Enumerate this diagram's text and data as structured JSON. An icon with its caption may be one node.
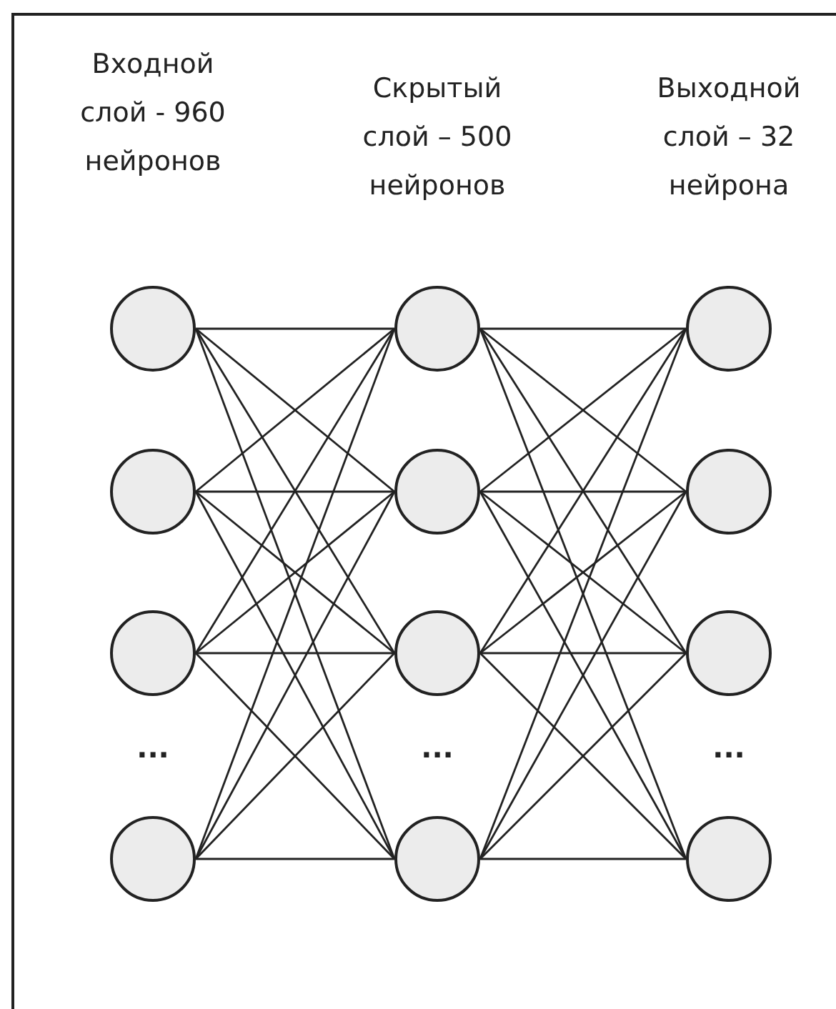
{
  "diagram": {
    "nodes": [
      {
        "text": [],
        "shape": "circle"
      },
      {
        "text": [],
        "shape": "circle"
      },
      {
        "text": [],
        "shape": "circle"
      },
      {
        "text": [],
        "shape": "circle"
      },
      {
        "text": [],
        "shape": "circle"
      },
      {
        "text": [],
        "shape": "circle"
      },
      {
        "text": [],
        "shape": "circle"
      },
      {
        "text": [],
        "shape": "circle"
      },
      {
        "text": [],
        "shape": "circle"
      },
      {
        "text": [],
        "shape": "circle"
      },
      {
        "text": [],
        "shape": "circle"
      },
      {
        "text": [],
        "shape": "circle"
      }
    ],
    "edges": [
      {
        "from": 0,
        "to": 4,
        "arrow": "none"
      },
      {
        "from": 0,
        "to": 5,
        "arrow": "none"
      },
      {
        "from": 0,
        "to": 6,
        "arrow": "none"
      },
      {
        "from": 0,
        "to": 7,
        "arrow": "none"
      },
      {
        "from": 1,
        "to": 4,
        "arrow": "none"
      },
      {
        "from": 1,
        "to": 5,
        "arrow": "none"
      },
      {
        "from": 1,
        "to": 6,
        "arrow": "none"
      },
      {
        "from": 1,
        "to": 7,
        "arrow": "none"
      },
      {
        "from": 2,
        "to": 4,
        "arrow": "none"
      },
      {
        "from": 2,
        "to": 5,
        "arrow": "none"
      },
      {
        "from": 2,
        "to": 6,
        "arrow": "none"
      },
      {
        "from": 2,
        "to": 7,
        "arrow": "none"
      },
      {
        "from": 3,
        "to": 4,
        "arrow": "none"
      },
      {
        "from": 3,
        "to": 5,
        "arrow": "none"
      },
      {
        "from": 3,
        "to": 6,
        "arrow": "none"
      },
      {
        "from": 3,
        "to": 7,
        "arrow": "none"
      },
      {
        "from": 4,
        "to": 8,
        "arrow": "none"
      },
      {
        "from": 4,
        "to": 9,
        "arrow": "none"
      },
      {
        "from": 4,
        "to": 10,
        "arrow": "none"
      },
      {
        "from": 4,
        "to": 11,
        "arrow": "none"
      },
      {
        "from": 5,
        "to": 8,
        "arrow": "none"
      },
      {
        "from": 5,
        "to": 9,
        "arrow": "none"
      },
      {
        "from": 5,
        "to": 10,
        "arrow": "none"
      },
      {
        "from": 5,
        "to": 11,
        "arrow": "none"
      },
      {
        "from": 6,
        "to": 8,
        "arrow": "none"
      },
      {
        "from": 6,
        "to": 9,
        "arrow": "none"
      },
      {
        "from": 6,
        "to": 10,
        "arrow": "none"
      },
      {
        "from": 6,
        "to": 11,
        "arrow": "none"
      },
      {
        "from": 7,
        "to": 8,
        "arrow": "none"
      },
      {
        "from": 7,
        "to": 9,
        "arrow": "none"
      },
      {
        "from": 7,
        "to": 10,
        "arrow": "none"
      },
      {
        "from": 7,
        "to": 11,
        "arrow": "none"
      }
    ],
    "labels": [
      "Входной слой - 960 нейронов",
      "Скрытый слой – 500 нейронов",
      "Выходной слой – 32 нейрона",
      "...",
      "...",
      "..."
    ]
  }
}
